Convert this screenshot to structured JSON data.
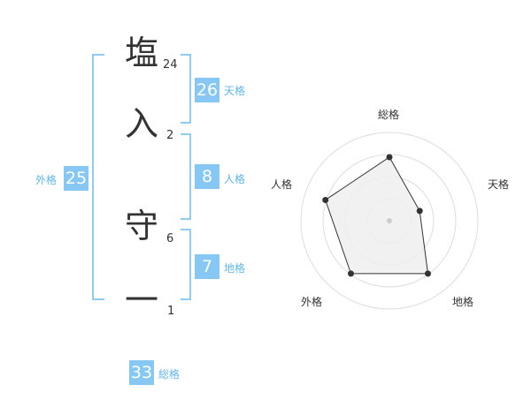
{
  "name_chars": [
    {
      "char": "塩",
      "strokes": "24"
    },
    {
      "char": "入",
      "strokes": "2"
    },
    {
      "char": "守",
      "strokes": "6"
    },
    {
      "char": "一",
      "strokes": "1"
    }
  ],
  "scores": {
    "tenkaku": {
      "value": "26",
      "label": "天格"
    },
    "jinkaku": {
      "value": "8",
      "label": "人格"
    },
    "chikaku": {
      "value": "7",
      "label": "地格"
    },
    "gaikaku": {
      "value": "25",
      "label": "外格"
    },
    "soukaku": {
      "value": "33",
      "label": "総格"
    }
  },
  "colors": {
    "accent": "#86c8f3",
    "bracket": "#90cdf4",
    "label": "#5fb6ee",
    "text": "#333333"
  },
  "chart_data": {
    "type": "radar",
    "axes": [
      "総格",
      "天格",
      "地格",
      "外格",
      "人格"
    ],
    "values": [
      0.72,
      0.36,
      0.74,
      0.74,
      0.76
    ],
    "max": 1,
    "rings": 4
  }
}
